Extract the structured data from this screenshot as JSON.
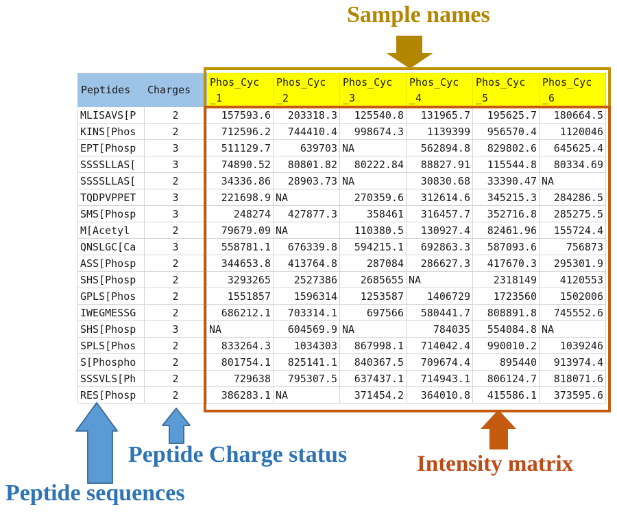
{
  "annotations": {
    "sample_names": {
      "label": "Sample names"
    },
    "peptide_sequences": {
      "label": "Peptide sequences"
    },
    "peptide_charge_status": {
      "label": "Peptide Charge status"
    },
    "intensity_matrix": {
      "label": "Intensity matrix"
    }
  },
  "colors": {
    "gold_text": "#B38600",
    "gold_border": "#BF9000",
    "header_yellow": "#FFFF00",
    "header_blue": "#9DC3E6",
    "grid_line": "#D4D4D4",
    "matrix_border": "#C55A11",
    "blue_arrow_fill": "#5B9BD5",
    "blue_arrow_stroke": "#41719C",
    "blue_text": "#2E74B5",
    "orange_text": "#BC4B16"
  },
  "table": {
    "peptide_header": "Peptides",
    "charge_header": "Charges",
    "samples": [
      {
        "line1": "Phos_Cyc",
        "line2": "_1"
      },
      {
        "line1": "Phos_Cyc",
        "line2": "_2"
      },
      {
        "line1": "Phos_Cyc",
        "line2": "_3"
      },
      {
        "line1": "Phos_Cyc",
        "line2": "_4"
      },
      {
        "line1": "Phos_Cyc",
        "line2": "_5"
      },
      {
        "line1": "Phos_Cyc",
        "line2": "_6"
      }
    ],
    "na_text": "NA",
    "rows": [
      {
        "peptide": "MLISAVS[P",
        "charge": "2",
        "values": [
          "157593.6",
          "203318.3",
          "125540.8",
          "131965.7",
          "195625.7",
          "180664.5"
        ]
      },
      {
        "peptide": "KINS[Phos",
        "charge": "2",
        "values": [
          "712596.2",
          "744410.4",
          "998674.3",
          "1139399",
          "956570.4",
          "1120046"
        ]
      },
      {
        "peptide": "EPT[Phosp",
        "charge": "3",
        "values": [
          "511129.7",
          "639703",
          "NA",
          "562894.8",
          "829802.6",
          "645625.4"
        ]
      },
      {
        "peptide": "SSSSLLAS[",
        "charge": "3",
        "values": [
          "74890.52",
          "80801.82",
          "80222.84",
          "88827.91",
          "115544.8",
          "80334.69"
        ]
      },
      {
        "peptide": "SSSSLLAS[",
        "charge": "2",
        "values": [
          "34336.86",
          "28903.73",
          "NA",
          "30830.68",
          "33390.47",
          "NA"
        ]
      },
      {
        "peptide": "TQDPVPPET",
        "charge": "3",
        "values": [
          "221698.9",
          "NA",
          "270359.6",
          "312614.6",
          "345215.3",
          "284286.5"
        ]
      },
      {
        "peptide": "SMS[Phosp",
        "charge": "3",
        "values": [
          "248274",
          "427877.3",
          "358461",
          "316457.7",
          "352716.8",
          "285275.5"
        ]
      },
      {
        "peptide": "M[Acetyl",
        "charge": "2",
        "values": [
          "79679.09",
          "NA",
          "110380.5",
          "130927.4",
          "82461.96",
          "155724.4"
        ]
      },
      {
        "peptide": "QNSLGC[Ca",
        "charge": "3",
        "values": [
          "558781.1",
          "676339.8",
          "594215.1",
          "692863.3",
          "587093.6",
          "756873"
        ]
      },
      {
        "peptide": "ASS[Phosp",
        "charge": "2",
        "values": [
          "344653.8",
          "413764.8",
          "287084",
          "286627.3",
          "417670.3",
          "295301.9"
        ]
      },
      {
        "peptide": "SHS[Phosp",
        "charge": "2",
        "values": [
          "3293265",
          "2527386",
          "2685655",
          "NA",
          "2318149",
          "4120553"
        ]
      },
      {
        "peptide": "GPLS[Phos",
        "charge": "2",
        "values": [
          "1551857",
          "1596314",
          "1253587",
          "1406729",
          "1723560",
          "1502006"
        ]
      },
      {
        "peptide": "IWEGMESSG",
        "charge": "2",
        "values": [
          "686212.1",
          "703314.1",
          "697566",
          "580441.7",
          "808891.8",
          "745552.6"
        ]
      },
      {
        "peptide": "SHS[Phosp",
        "charge": "3",
        "values": [
          "NA",
          "604569.9",
          "NA",
          "784035",
          "554084.8",
          "NA"
        ]
      },
      {
        "peptide": "SPLS[Phos",
        "charge": "2",
        "values": [
          "833264.3",
          "1034303",
          "867998.1",
          "714042.4",
          "990010.2",
          "1039246"
        ]
      },
      {
        "peptide": "S[Phospho",
        "charge": "2",
        "values": [
          "801754.1",
          "825141.1",
          "840367.5",
          "709674.4",
          "895440",
          "913974.4"
        ]
      },
      {
        "peptide": "SSSVLS[Ph",
        "charge": "2",
        "values": [
          "729638",
          "795307.5",
          "637437.1",
          "714943.1",
          "806124.7",
          "818071.6"
        ]
      },
      {
        "peptide": "RES[Phosp",
        "charge": "2",
        "values": [
          "386283.1",
          "NA",
          "371454.2",
          "364010.8",
          "415586.1",
          "373595.6"
        ]
      }
    ]
  }
}
